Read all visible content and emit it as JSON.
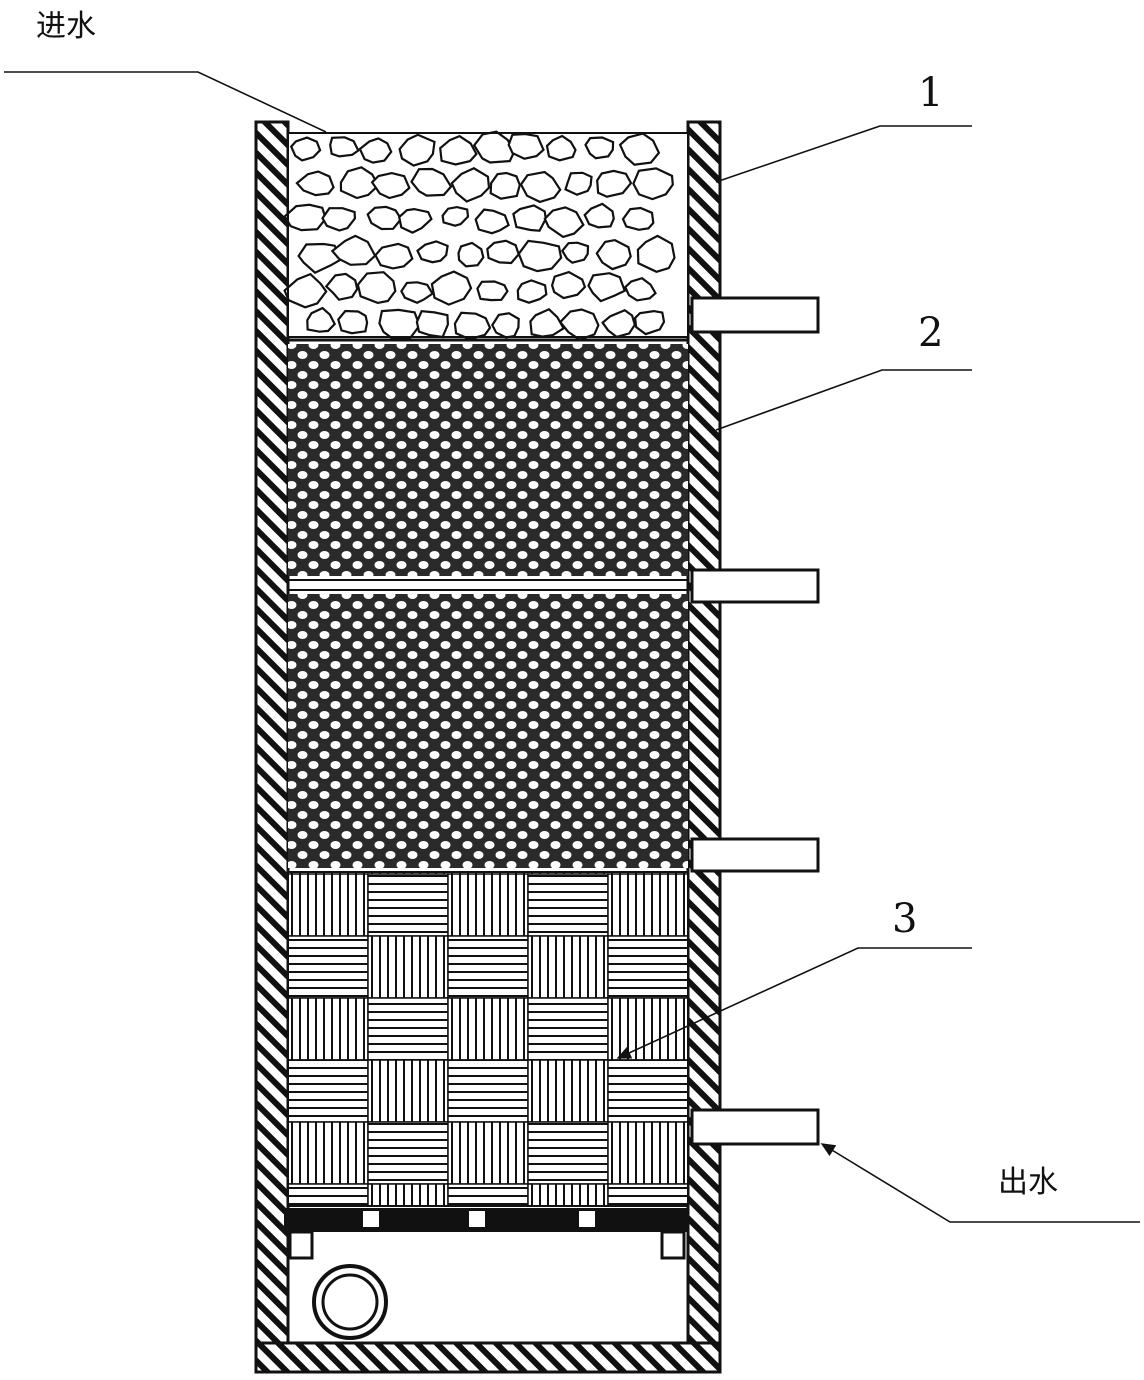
{
  "labels": {
    "inlet": "进水",
    "outlet": "出水",
    "layer1": "1",
    "layer2": "2",
    "layer3": "3"
  },
  "colors": {
    "ink": "#111111",
    "paper": "#ffffff"
  }
}
